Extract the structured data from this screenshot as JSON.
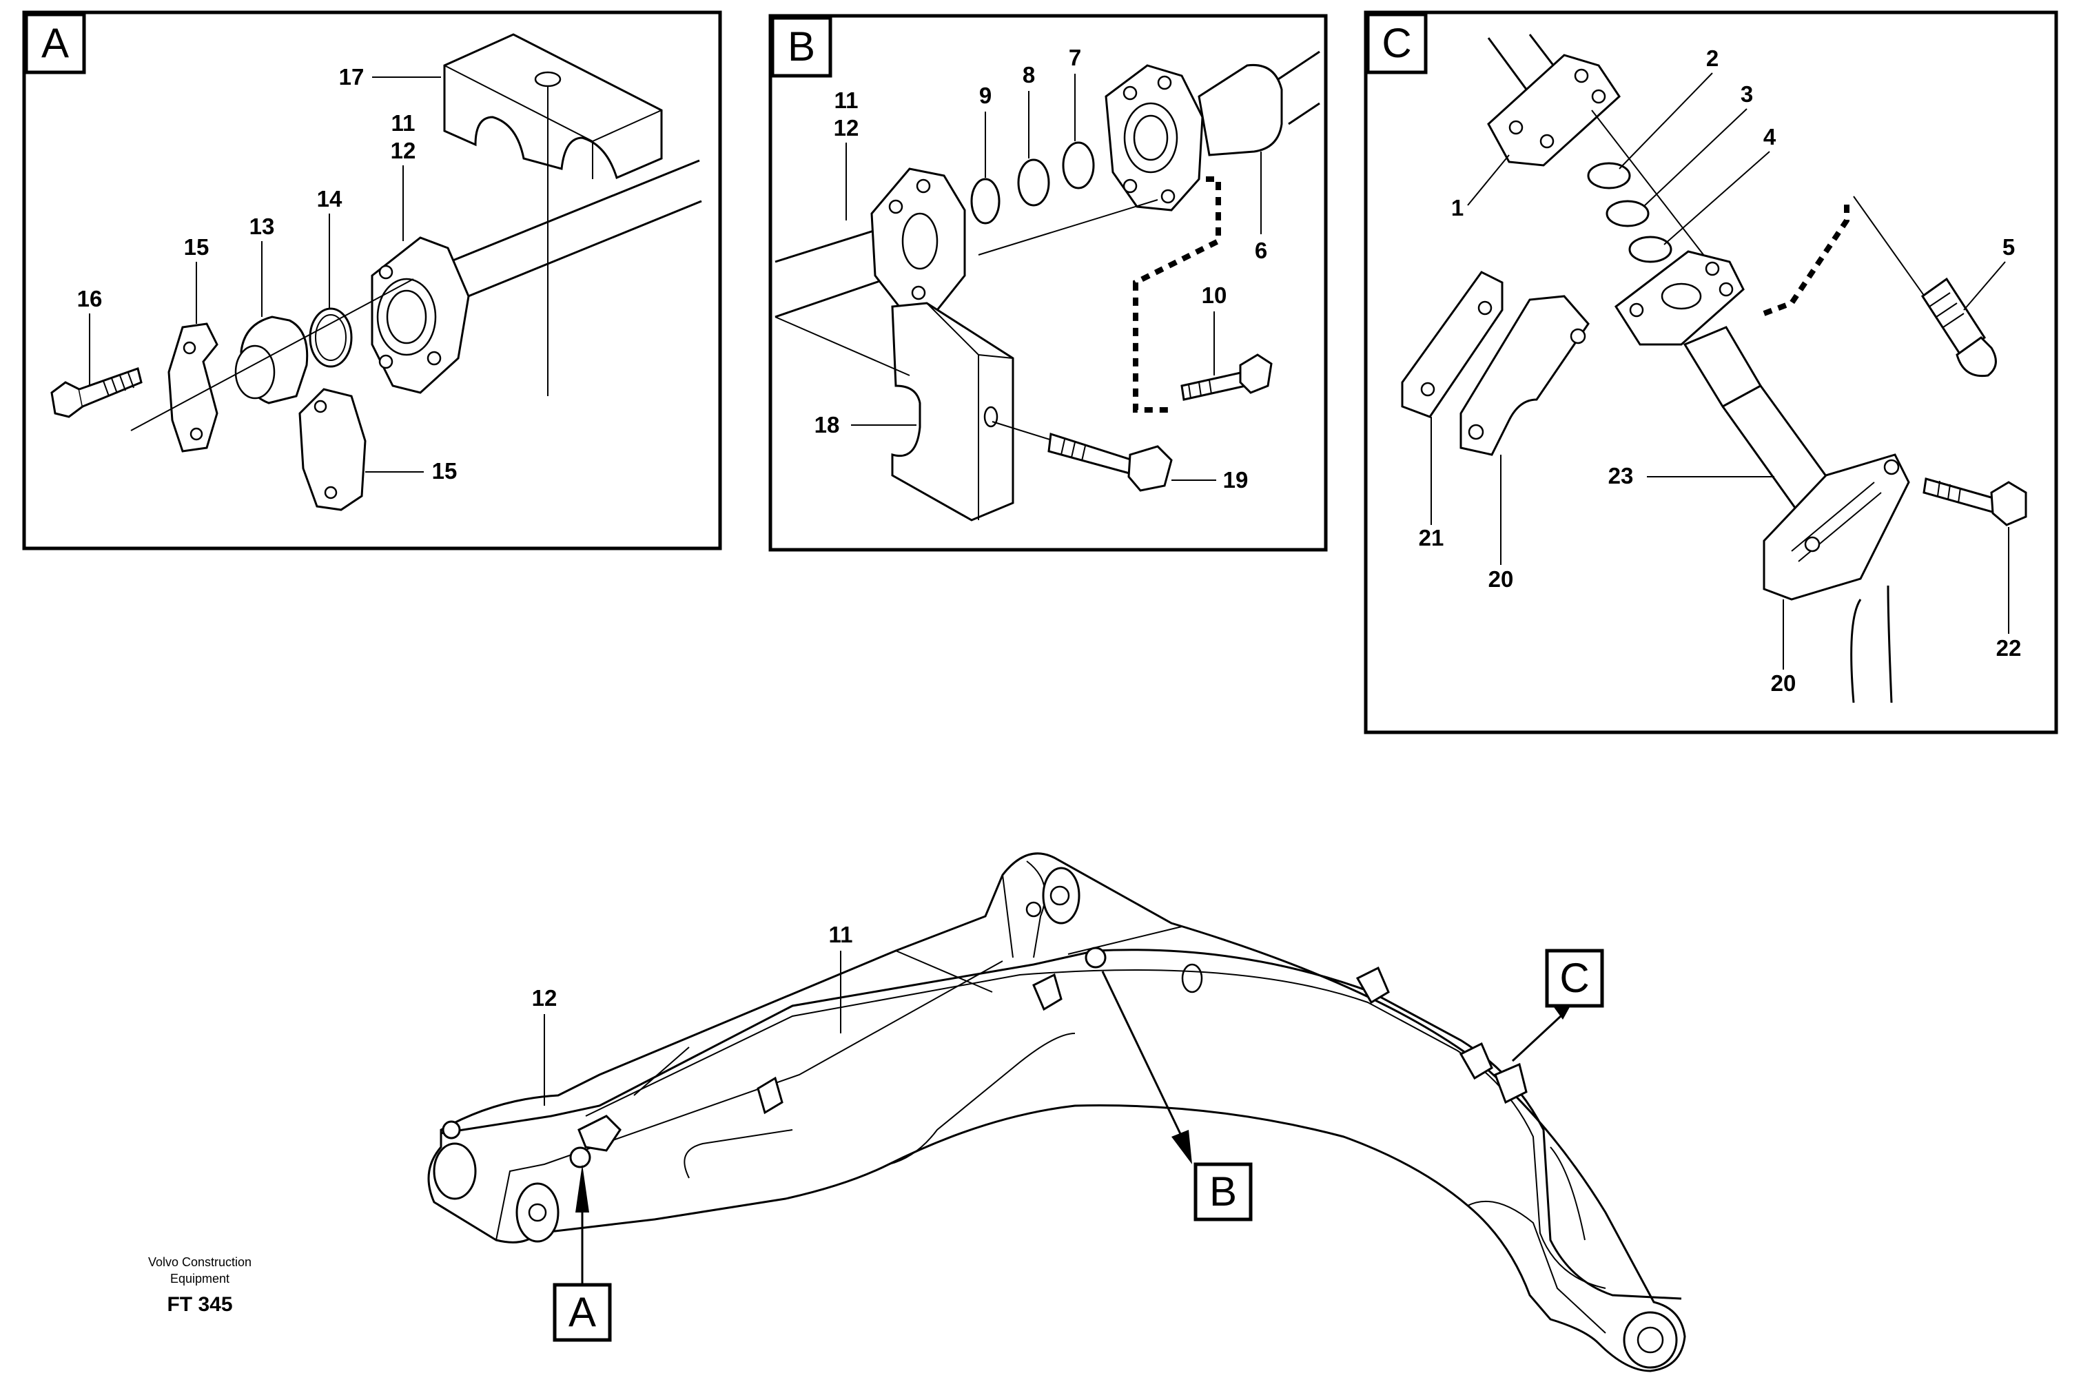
{
  "panels": {
    "A": {
      "letter": "A",
      "callouts": {
        "c16": "16",
        "c15a": "15",
        "c13": "13",
        "c14": "14",
        "c11": "11",
        "c12": "12",
        "c17": "17",
        "c15b": "15"
      }
    },
    "B": {
      "letter": "B",
      "callouts": {
        "c11": "11",
        "c12": "12",
        "c9": "9",
        "c8": "8",
        "c7": "7",
        "c6": "6",
        "c10": "10",
        "c18": "18",
        "c19": "19"
      }
    },
    "C": {
      "letter": "C",
      "callouts": {
        "c1": "1",
        "c2": "2",
        "c3": "3",
        "c4": "4",
        "c5": "5",
        "c21": "21",
        "c20a": "20",
        "c23": "23",
        "c22": "22",
        "c20b": "20"
      }
    }
  },
  "overview": {
    "callouts": {
      "c11": "11",
      "c12": "12"
    },
    "markers": {
      "A": "A",
      "B": "B",
      "C": "C"
    }
  },
  "footer": {
    "brand_line1": "Volvo Construction",
    "brand_line2": "Equipment",
    "code": "FT 345"
  }
}
